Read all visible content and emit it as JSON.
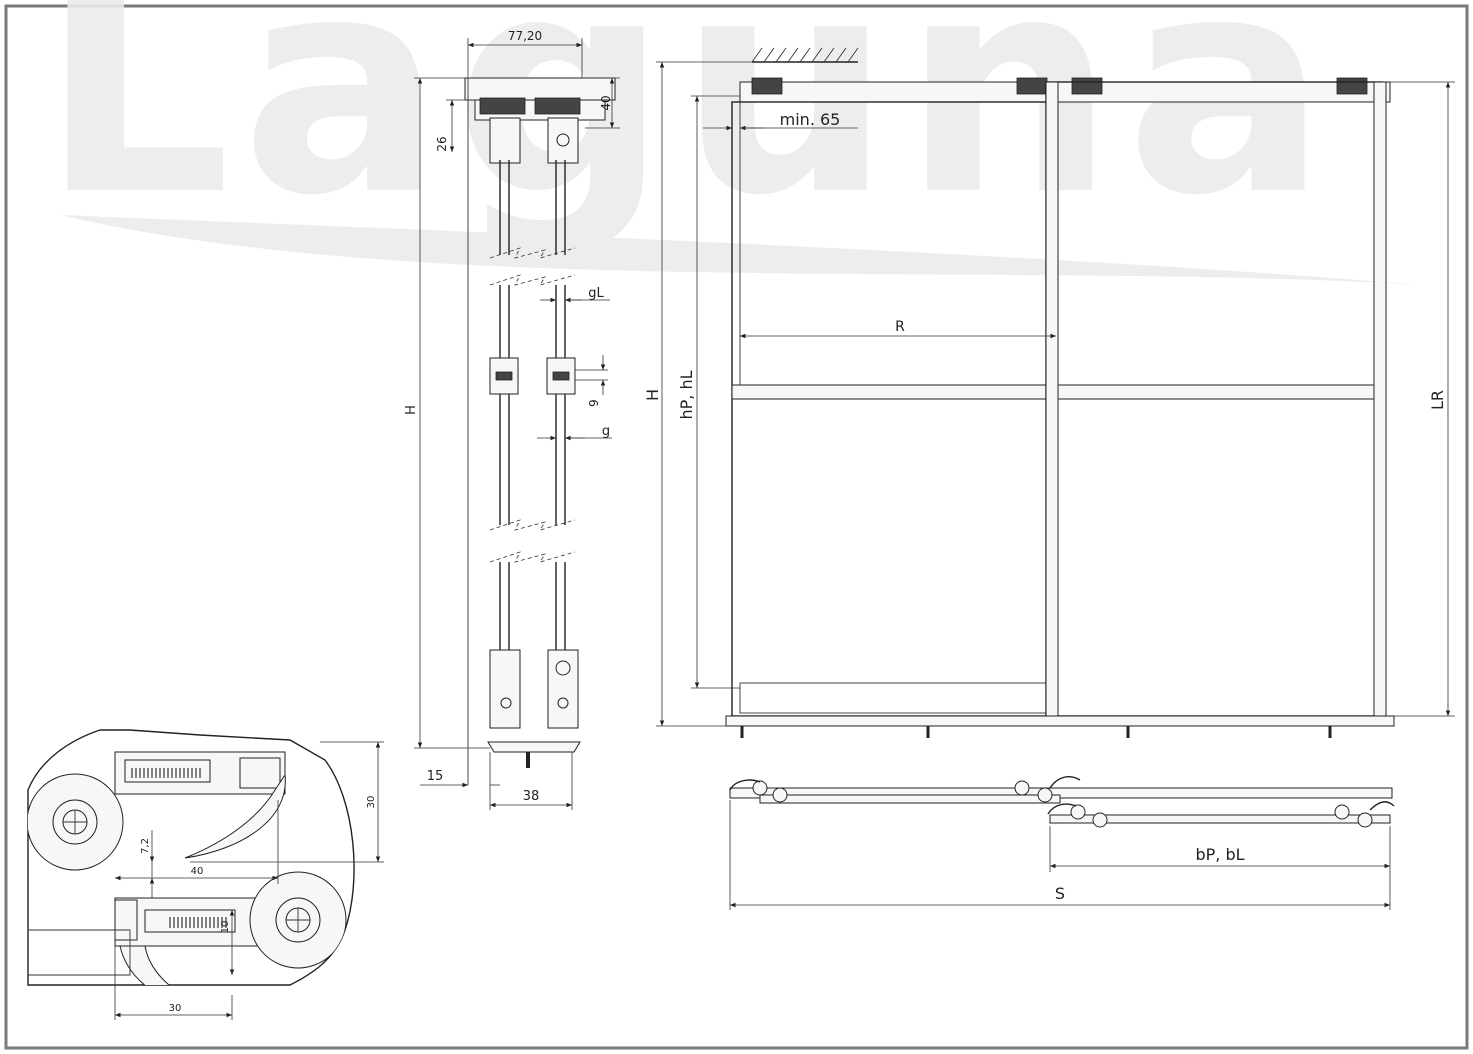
{
  "watermark": {
    "text": "Laguna",
    "color": "#eeeeee"
  },
  "colors": {
    "line": "#222222",
    "background": "#ffffff",
    "frame": "#7a7a7a"
  },
  "section_view": {
    "dim_top_width": "77,20",
    "dim_top_height": "40",
    "dim_top_rail": "26",
    "dim_height": "H",
    "dim_gL": "gL",
    "dim_9": "9",
    "dim_g": "g",
    "dim_15": "15",
    "dim_38": "38"
  },
  "front_view": {
    "dim_min": "min. 65",
    "dim_R": "R",
    "dim_H": "H",
    "dim_hP": "hP, hL",
    "dim_LR": "LR"
  },
  "plan_view": {
    "dim_bP": "bP, bL",
    "dim_S": "S"
  },
  "detail_view": {
    "dim_30_right": "30",
    "dim_7_2": "7,2",
    "dim_40": "40",
    "dim_10": "10",
    "dim_30_bottom": "30"
  }
}
